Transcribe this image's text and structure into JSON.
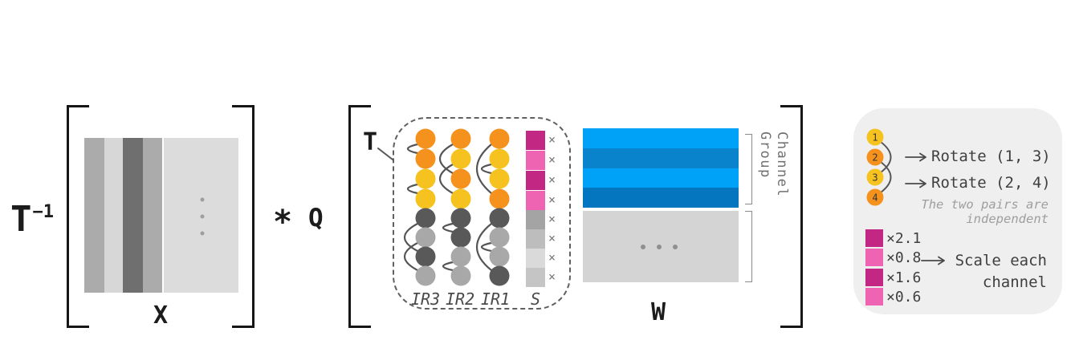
{
  "colors": {
    "orange": "#F5921E",
    "yellow": "#F5C21F",
    "gray_dark": "#595959",
    "gray_light": "#A8A8A8",
    "pink_dark": "#C12783",
    "pink_light": "#EF63B3",
    "s_gray_1": "#A4A4A4",
    "s_gray_2": "#BDBDBD",
    "s_gray_3": "#DADADA",
    "s_gray_4": "#C5C5C5",
    "blue_light": "#00A2F8",
    "blue_mid": "#0883CC",
    "blue_dark": "#0376BF",
    "w_gray": "#D4D4D4",
    "arc": "#555555",
    "panel_bg": "#EFEFEF",
    "dots_gray": "#9E9E9E"
  },
  "formula": {
    "t_inverse_base": "T",
    "t_inverse_exponent": "−1",
    "multiply": "*",
    "q_label": "Q"
  },
  "x_matrix": {
    "label": "X",
    "stripes": [
      {
        "width": 25,
        "color": "#ABABAB"
      },
      {
        "width": 23,
        "color": "#D7D7D7"
      },
      {
        "width": 25,
        "color": "#6F6F6F"
      },
      {
        "width": 24,
        "color": "#ABABAB"
      },
      {
        "width": 2,
        "color": "#FFFFFF"
      },
      {
        "width": 93,
        "color": "#DCDCDC"
      }
    ]
  },
  "rotation_box": {
    "t_label": "T",
    "columns": [
      {
        "label": "IR3",
        "top_circles": [
          "orange",
          "orange",
          "yellow",
          "yellow"
        ],
        "top_arcs": [
          [
            0,
            1
          ],
          [
            2,
            3
          ]
        ],
        "bottom_circles": [
          "gray_dark",
          "gray_light",
          "gray_dark",
          "gray_light"
        ],
        "bottom_arcs": [
          [
            0,
            2
          ],
          [
            1,
            3
          ]
        ]
      },
      {
        "label": "IR2",
        "top_circles": [
          "orange",
          "yellow",
          "orange",
          "yellow"
        ],
        "top_arcs": [
          [
            0,
            2
          ],
          [
            1,
            3
          ]
        ],
        "bottom_circles": [
          "gray_dark",
          "gray_dark",
          "gray_light",
          "gray_light"
        ],
        "bottom_arcs": [
          [
            0,
            1
          ],
          [
            2,
            3
          ]
        ]
      },
      {
        "label": "IR1",
        "top_circles": [
          "orange",
          "yellow",
          "yellow",
          "orange"
        ],
        "top_arcs": [
          [
            0,
            3
          ],
          [
            1,
            2
          ]
        ],
        "bottom_circles": [
          "gray_dark",
          "gray_light",
          "gray_light",
          "gray_dark"
        ],
        "bottom_arcs": [
          [
            0,
            3
          ],
          [
            1,
            2
          ]
        ]
      }
    ],
    "s_label": "S",
    "s_squares": [
      "pink_dark",
      "pink_light",
      "pink_dark",
      "pink_light",
      "s_gray_1",
      "s_gray_2",
      "s_gray_3",
      "s_gray_4"
    ],
    "multiply_symbol": "×"
  },
  "w_matrix": {
    "label": "W",
    "row_colors": [
      "blue_light",
      "blue_mid",
      "blue_light",
      "blue_dark"
    ],
    "channel_group_label": [
      "Channel",
      "Group"
    ]
  },
  "legend": {
    "circles": [
      {
        "label": "1",
        "color": "yellow"
      },
      {
        "label": "2",
        "color": "orange"
      },
      {
        "label": "3",
        "color": "yellow"
      },
      {
        "label": "4",
        "color": "orange"
      }
    ],
    "circle_arcs": [
      [
        0,
        2
      ],
      [
        1,
        3
      ]
    ],
    "rotate_labels": [
      "Rotate (1, 3)",
      "Rotate (2, 4)"
    ],
    "note_lines": [
      "The two pairs are",
      "independent"
    ],
    "scale_rows": [
      {
        "color": "pink_dark",
        "label": "×2.1"
      },
      {
        "color": "pink_light",
        "label": "×0.8"
      },
      {
        "color": "pink_dark",
        "label": "×1.6"
      },
      {
        "color": "pink_light",
        "label": "×0.6"
      }
    ],
    "scale_caption_lines": [
      "Scale each",
      "channel"
    ]
  }
}
